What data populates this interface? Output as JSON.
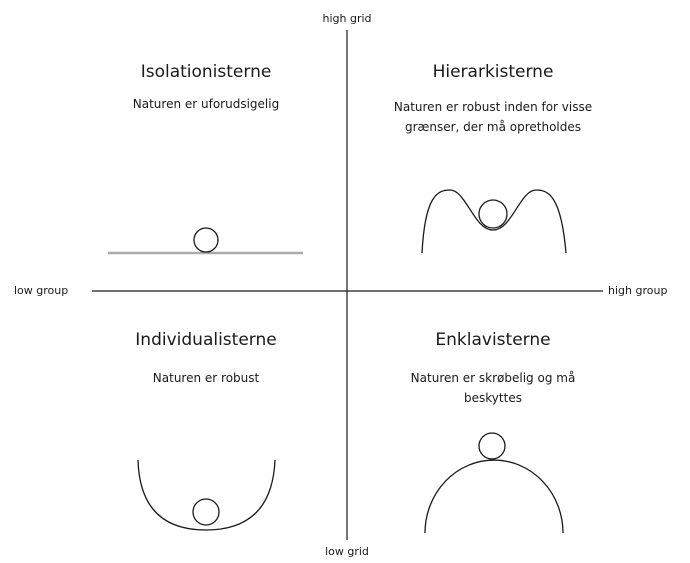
{
  "axes": {
    "top": "high grid",
    "bottom": "low grid",
    "left": "low group",
    "right": "high group"
  },
  "quadrants": {
    "top_left": {
      "title": "Isolationisterne",
      "description": "Naturen er uforudsigelig"
    },
    "top_right": {
      "title": "Hierarkisterne",
      "description": "Naturen er robust inden for visse grænser, der må opretholdes"
    },
    "bottom_left": {
      "title": "Individualisterne",
      "description": "Naturen er robust"
    },
    "bottom_right": {
      "title": "Enklavisterne",
      "description": "Naturen er skrøbelig og må beskyttes"
    }
  },
  "colors": {
    "ink": "#1a1a1a",
    "ground": "#aaaaaa"
  }
}
